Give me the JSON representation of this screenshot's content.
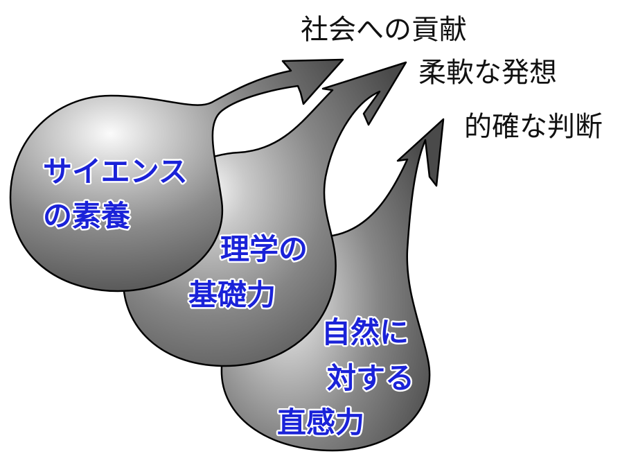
{
  "outcomes": {
    "top": "社会への貢献",
    "middle": "柔軟な発想",
    "bottom": "的確な判断"
  },
  "foundations": {
    "science": {
      "line1": "サイエンス",
      "line2": "の素養"
    },
    "physics": {
      "line1": "理学の",
      "line2": "基礎力"
    },
    "nature": {
      "line1": "自然に",
      "line2": "対する",
      "line3": "直感力"
    }
  },
  "colors": {
    "label_text": "#1a22d8",
    "outcome_text": "#111111",
    "bubble_dark": "#5a5a5a",
    "bubble_light": "#f2f2f2"
  }
}
